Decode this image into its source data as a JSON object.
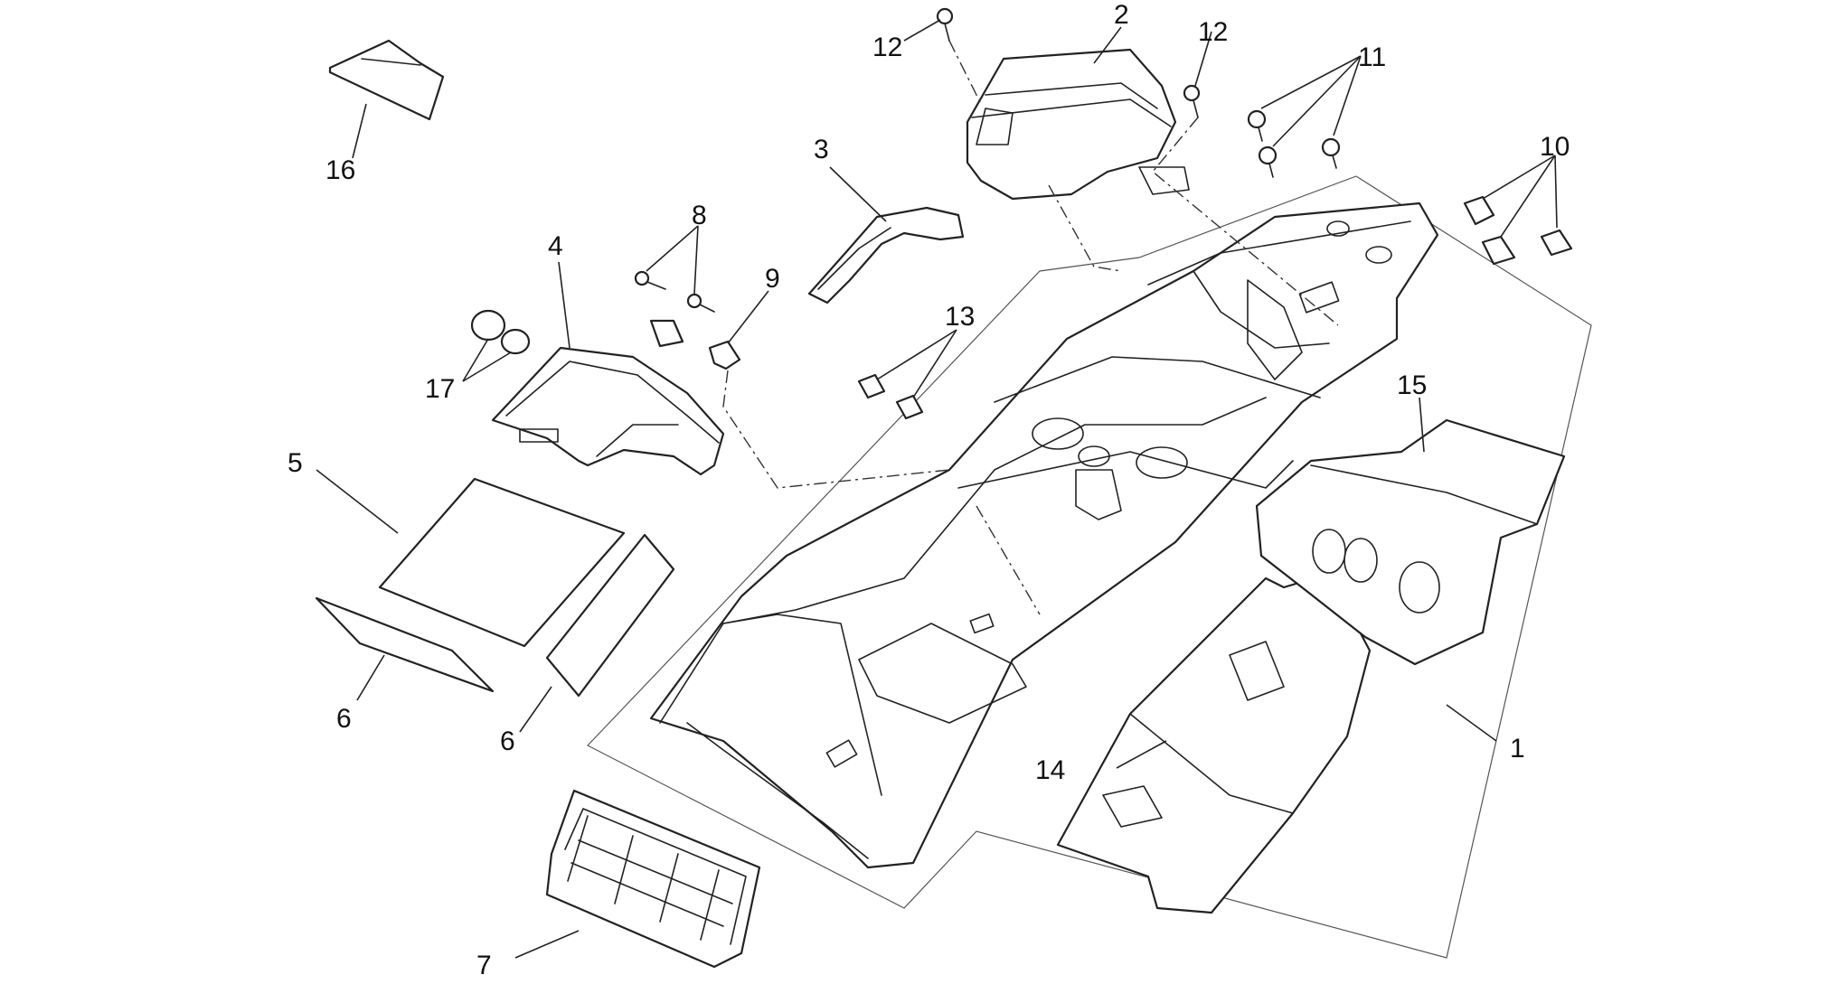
{
  "diagram": {
    "type": "exploded parts diagram",
    "callouts": [
      {
        "id": "1",
        "label": "1"
      },
      {
        "id": "2",
        "label": "2"
      },
      {
        "id": "3",
        "label": "3"
      },
      {
        "id": "4",
        "label": "4"
      },
      {
        "id": "5",
        "label": "5"
      },
      {
        "id": "6a",
        "label": "6"
      },
      {
        "id": "6b",
        "label": "6"
      },
      {
        "id": "7",
        "label": "7"
      },
      {
        "id": "8",
        "label": "8"
      },
      {
        "id": "9",
        "label": "9"
      },
      {
        "id": "10",
        "label": "10"
      },
      {
        "id": "11",
        "label": "11"
      },
      {
        "id": "12a",
        "label": "12"
      },
      {
        "id": "12b",
        "label": "12"
      },
      {
        "id": "13",
        "label": "13"
      },
      {
        "id": "14",
        "label": "14"
      },
      {
        "id": "15",
        "label": "15"
      },
      {
        "id": "16",
        "label": "16"
      },
      {
        "id": "17",
        "label": "17"
      }
    ]
  }
}
